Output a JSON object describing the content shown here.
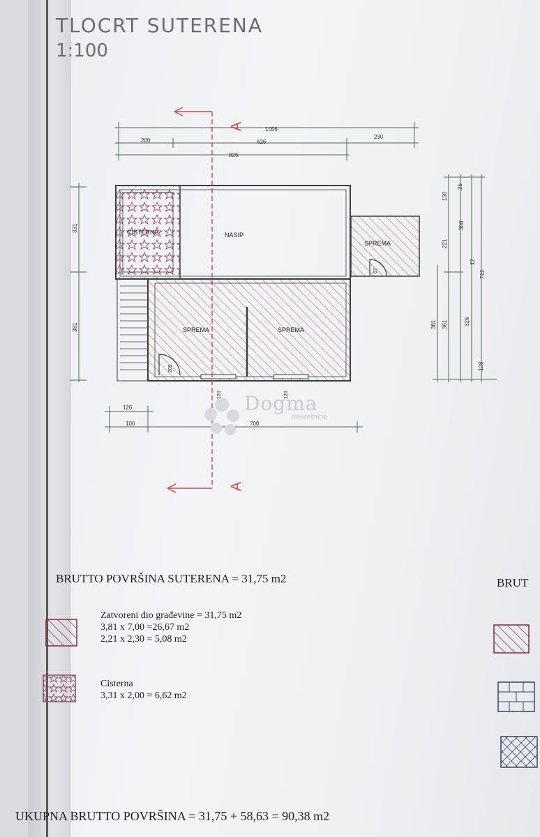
{
  "drawing": {
    "title": "TLOCRT SUTERENA",
    "scale": "1:100",
    "section_marker": "A",
    "dimensions_top": [
      "1056",
      "200",
      "626",
      "230",
      "826"
    ],
    "dimensions_left": [
      "331",
      "381"
    ],
    "dimensions_bottom": [
      "126",
      "100",
      "700"
    ],
    "dimensions_right": [
      "130",
      "25",
      "221",
      "306",
      "12",
      "712",
      "381",
      "361",
      "326",
      "128"
    ],
    "rooms": {
      "cistern": "CISTERNA",
      "fill": "NASIP",
      "storage_annex": "SPREMA",
      "storage_left": "SPREMA",
      "storage_right": "SPREMA"
    },
    "door_labels": [
      "205",
      "67",
      "120",
      "120"
    ],
    "watermark": {
      "name": "Dogma",
      "sub": "nekretnine"
    }
  },
  "summary": {
    "gross_area_title": "BRUTTO POVRŠINA SUTERENA  = 31,75 m2",
    "legend": [
      {
        "icon": "hatch-diagonal-icon",
        "lines": [
          "Zatvoreni dio građevine = 31,75 m2",
          "3,81 x 7,00 =26,67 m2",
          "2,21 x 2,30 = 5,08 m2"
        ]
      },
      {
        "icon": "star-pattern-icon",
        "lines": [
          "Cisterna",
          "3,31 x 2,00 =  6,62 m2"
        ]
      }
    ],
    "cut_off_title": "BRUT",
    "total": "UKUPNA BRUTTO POVRŠINA   = 31,75 + 58,63 = 90,38 m2"
  },
  "colors": {
    "hatch": "#c27a7a",
    "cistern_pattern": "#8c4a6a",
    "line": "#3a3c40",
    "section_line": "#d04848"
  }
}
